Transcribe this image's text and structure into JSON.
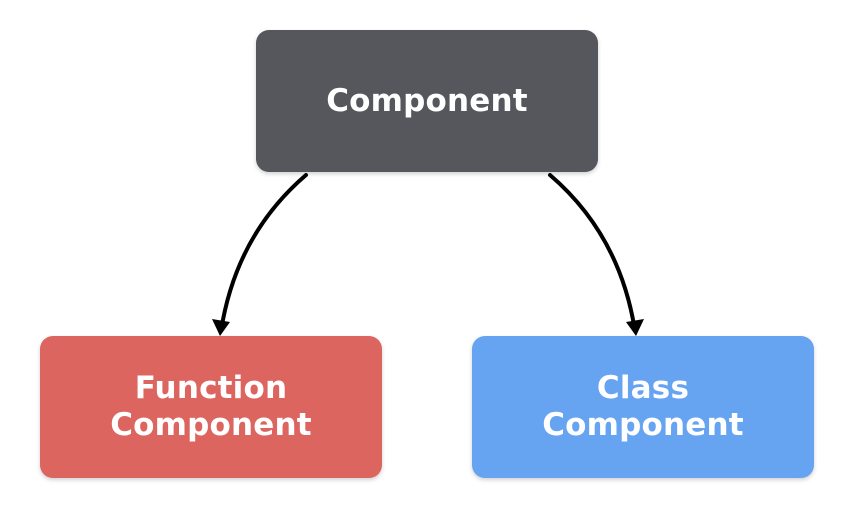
{
  "nodes": {
    "top": {
      "lines": [
        "Component"
      ],
      "color": "#55575d"
    },
    "left": {
      "lines": [
        "Function",
        "Component"
      ],
      "color": "#dc6560"
    },
    "right": {
      "lines": [
        "Class",
        "Component"
      ],
      "color": "#66a3f0"
    }
  },
  "edges": [
    {
      "from": "top",
      "to": "left"
    },
    {
      "from": "top",
      "to": "right"
    }
  ],
  "edge_color": "#000000"
}
